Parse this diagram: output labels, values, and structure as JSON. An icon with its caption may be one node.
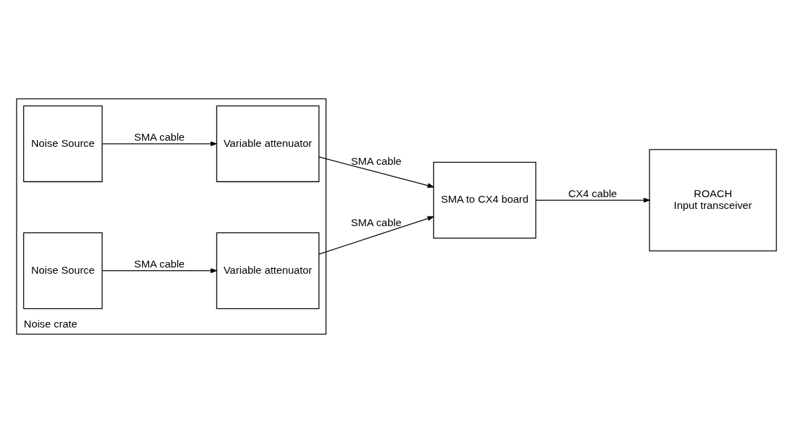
{
  "diagram": {
    "nodes": [
      {
        "text": [
          "Noise crate"
        ]
      },
      {
        "text": [
          "Noise Source"
        ],
        "in": 0
      },
      {
        "text": [
          "Variable attenuator"
        ],
        "in": 0
      },
      {
        "text": [
          "Noise Source"
        ],
        "in": 0
      },
      {
        "text": [
          "Variable attenuator"
        ],
        "in": 0
      },
      {
        "text": [
          "SMA to CX4 board"
        ]
      },
      {
        "text": [
          "ROACH",
          "Input transceiver"
        ]
      }
    ],
    "edges": [
      {
        "from": 1,
        "to": 2,
        "arrow": "to",
        "label": "SMA cable"
      },
      {
        "from": 3,
        "to": 4,
        "arrow": "to",
        "label": "SMA cable"
      },
      {
        "from": 2,
        "to": 5,
        "arrow": "to",
        "label": "SMA cable"
      },
      {
        "from": 4,
        "to": 5,
        "arrow": "to",
        "label": "SMA cable"
      },
      {
        "from": 5,
        "to": 6,
        "arrow": "to",
        "label": "CX4 cable"
      }
    ]
  }
}
